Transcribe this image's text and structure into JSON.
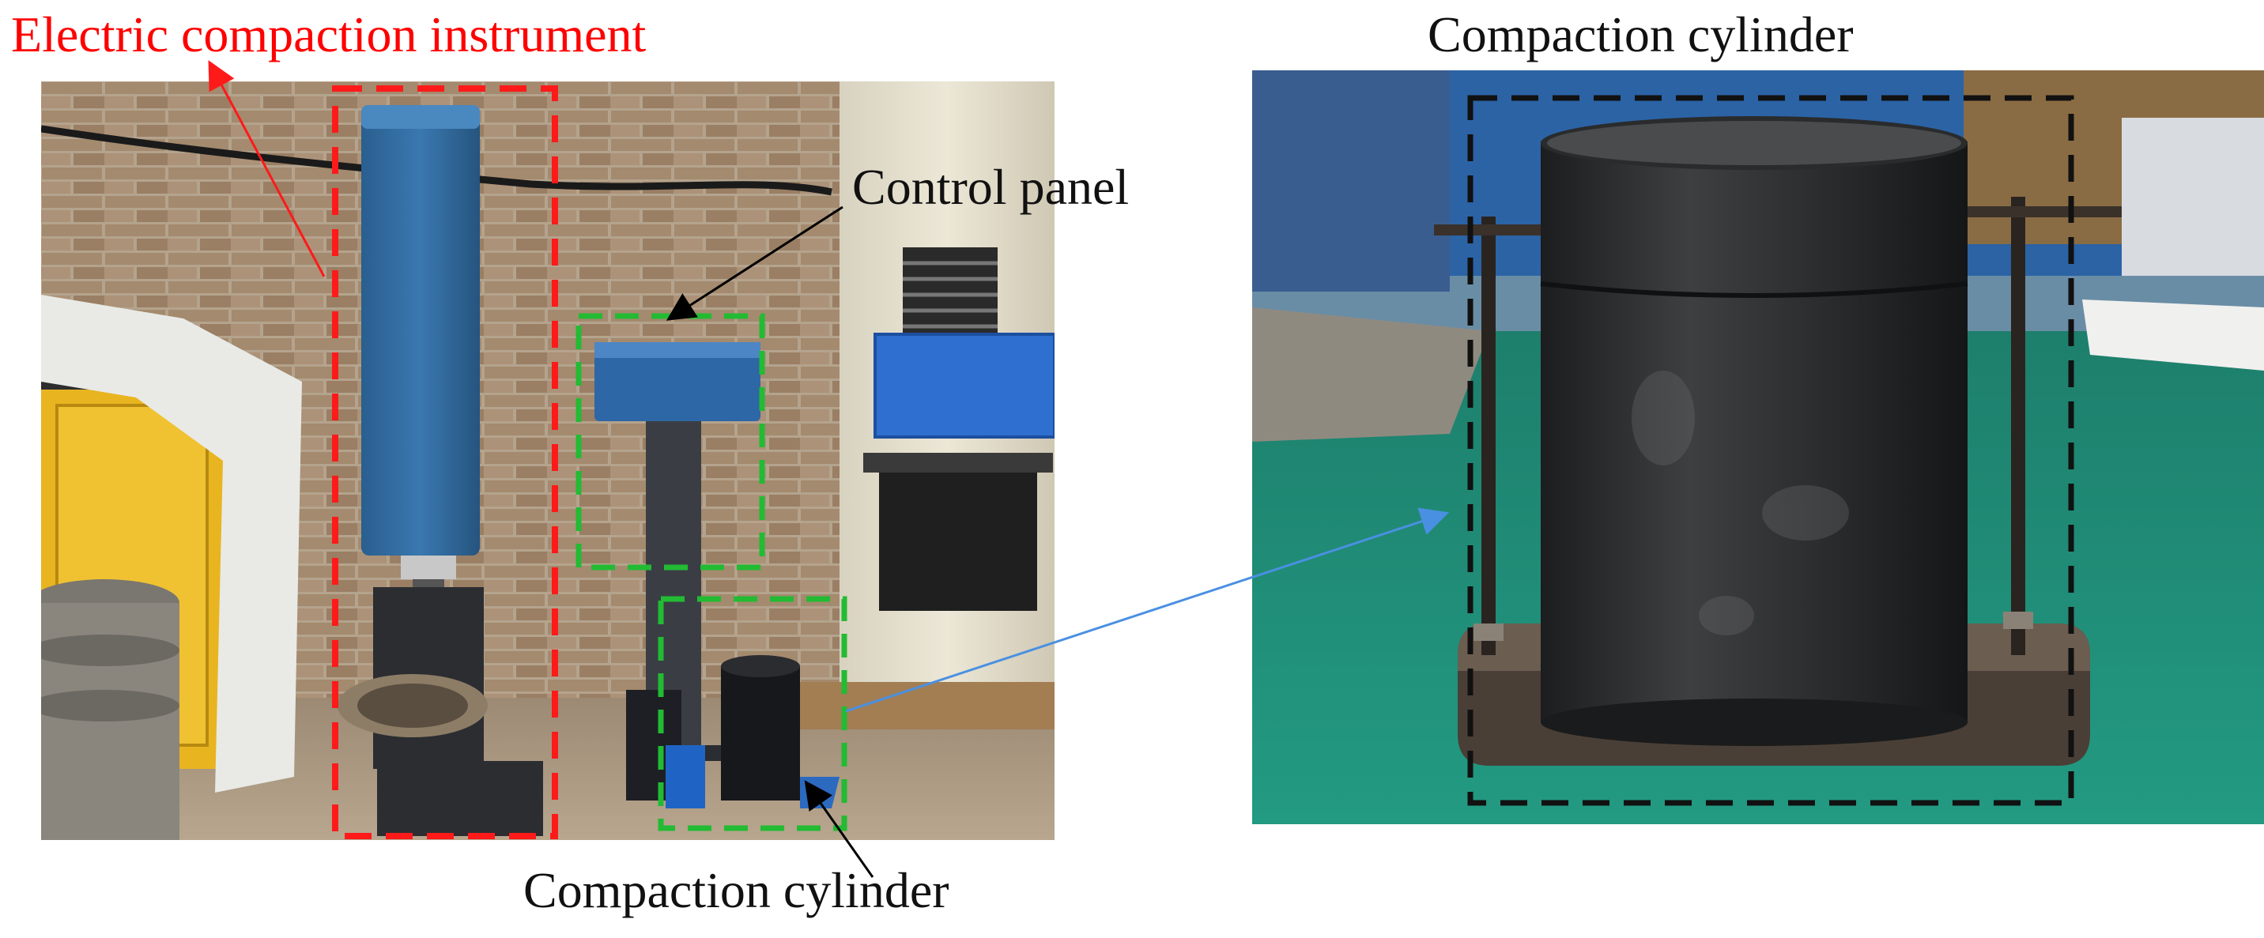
{
  "figure": {
    "labels": {
      "electric_compaction_instrument": "Electric compaction instrument",
      "control_panel": "Control panel",
      "compaction_cylinder_left": "Compaction cylinder",
      "compaction_cylinder_right": "Compaction cylinder"
    },
    "colors": {
      "instrument_box": "#ff1a1a",
      "panel_box": "#22bb33",
      "cylinder_box_left": "#22bb33",
      "cylinder_box_right": "#111111",
      "connector_line": "#4a90e2",
      "instrument_label": "#ff0000"
    }
  }
}
